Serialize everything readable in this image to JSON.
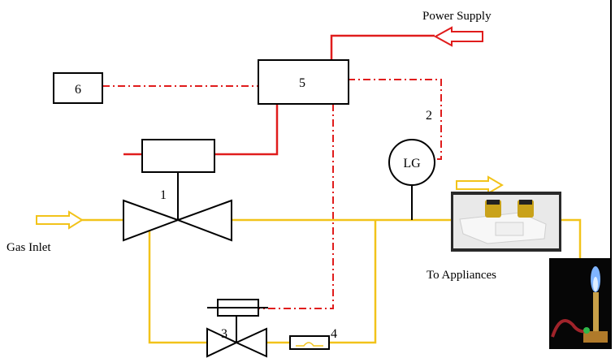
{
  "labels": {
    "power_supply": "Power Supply",
    "gas_inlet": "Gas Inlet",
    "to_appliances": "To Appliances",
    "gauge": "LG"
  },
  "components": {
    "n1": "1",
    "n2": "2",
    "n3": "3",
    "n4": "4",
    "n5": "5",
    "n6": "6"
  },
  "colors": {
    "gas_line": "#f2c31a",
    "power_line": "#e01c1c",
    "signal_line": "#e01c1c",
    "outline": "#000000"
  },
  "icons": {
    "regulator_photo": "gas-regulator-icon",
    "burner_photo": "bunsen-burner-icon"
  }
}
